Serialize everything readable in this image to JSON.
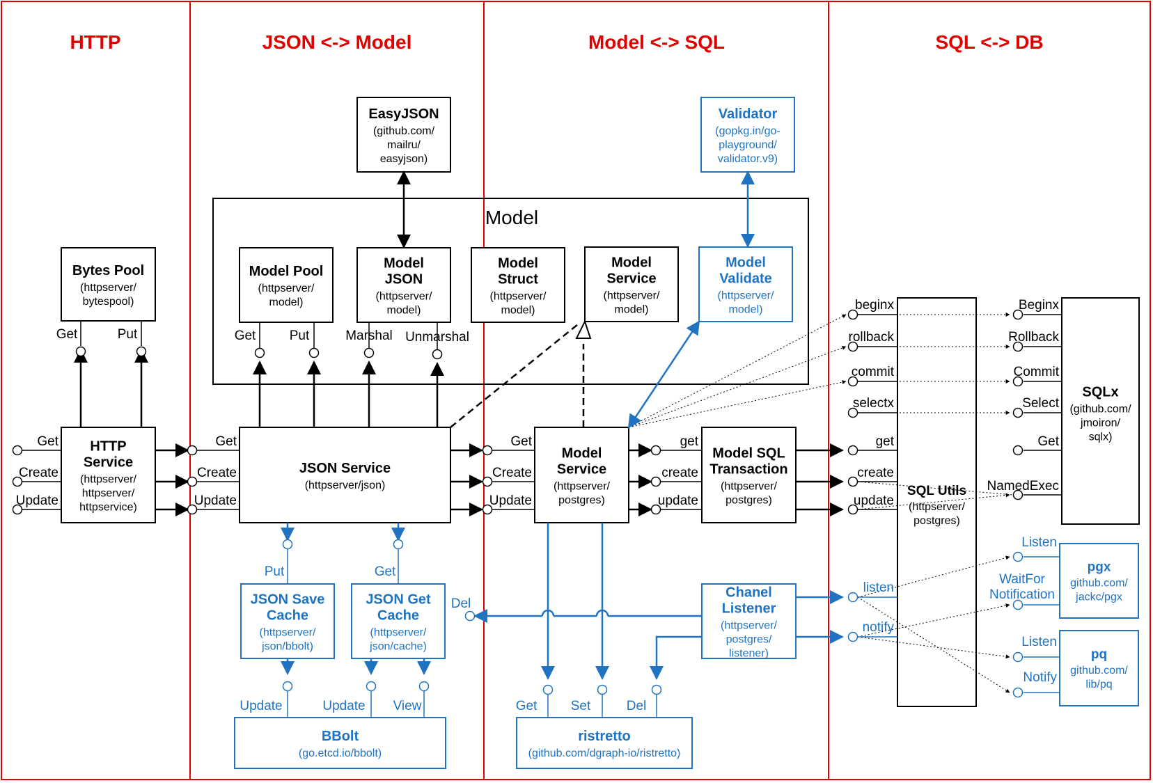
{
  "sections": [
    {
      "title": "HTTP"
    },
    {
      "title": "JSON <-> Model"
    },
    {
      "title": "Model <-> SQL"
    },
    {
      "title": "SQL <-> DB"
    }
  ],
  "model_group": {
    "title": "Model"
  },
  "boxes": {
    "easyjson": {
      "title": [
        "EasyJSON"
      ],
      "sub": [
        "(github.com/",
        "mailru/",
        "easyjson)"
      ]
    },
    "validator": {
      "title": [
        "Validator"
      ],
      "sub": [
        "(gopkg.in/go-",
        "playground/",
        "validator.v9)"
      ]
    },
    "bytes_pool": {
      "title": [
        "Bytes Pool"
      ],
      "sub": [
        "(httpserver/",
        "bytespool)"
      ]
    },
    "model_pool": {
      "title": [
        "Model Pool"
      ],
      "sub": [
        "(httpserver/",
        "model)"
      ]
    },
    "model_json": {
      "title": [
        "Model",
        "JSON"
      ],
      "sub": [
        "(httpserver/",
        "model)"
      ]
    },
    "model_struct": {
      "title": [
        "Model",
        "Struct"
      ],
      "sub": [
        "(httpserver/",
        "model)"
      ]
    },
    "model_service_iface": {
      "title": [
        "Model",
        "Service"
      ],
      "sub": [
        "(httpserver/",
        "model)"
      ]
    },
    "model_validate": {
      "title": [
        "Model",
        "Validate"
      ],
      "sub": [
        "(httpserver/",
        "model)"
      ]
    },
    "http_service": {
      "title": [
        "HTTP",
        "Service"
      ],
      "sub": [
        "(httpserver/",
        "httpserver/",
        "httpservice)"
      ]
    },
    "json_service": {
      "title": [
        "JSON Service"
      ],
      "sub": [
        "(httpserver/json)"
      ]
    },
    "model_service": {
      "title": [
        "Model",
        "Service"
      ],
      "sub": [
        "(httpserver/",
        "postgres)"
      ]
    },
    "model_sql_tx": {
      "title": [
        "Model SQL",
        "Transaction"
      ],
      "sub": [
        "(httpserver/",
        "postgres)"
      ]
    },
    "sql_utils": {
      "title": [
        "SQL Utils"
      ],
      "sub": [
        "(httpserver/",
        "postgres)"
      ]
    },
    "sqlx": {
      "title": [
        "SQLx"
      ],
      "sub": [
        "(github.com/",
        "jmoiron/",
        "sqlx)"
      ]
    },
    "json_save_cache": {
      "title": [
        "JSON Save",
        "Cache"
      ],
      "sub": [
        "(httpserver/",
        "json/bbolt)"
      ]
    },
    "json_get_cache": {
      "title": [
        "JSON Get",
        "Cache"
      ],
      "sub": [
        "(httpserver/",
        "json/cache)"
      ]
    },
    "chanel_listener": {
      "title": [
        "Chanel",
        "Listener"
      ],
      "sub": [
        "(httpserver/",
        "postgres/",
        "listener)"
      ]
    },
    "pgx": {
      "title": [
        "pgx"
      ],
      "sub": [
        "github.com/",
        "jackc/pgx"
      ]
    },
    "pq": {
      "title": [
        "pq"
      ],
      "sub": [
        "github.com/",
        "lib/pq"
      ]
    },
    "bbolt": {
      "title": [
        "BBolt"
      ],
      "sub": [
        "(go.etcd.io/bbolt)"
      ]
    },
    "ristretto": {
      "title": [
        "ristretto"
      ],
      "sub": [
        "(github.com/dgraph-io/ristretto)"
      ]
    }
  },
  "ports": {
    "bytes_pool_get": "Get",
    "bytes_pool_put": "Put",
    "model_pool_get": "Get",
    "model_pool_put": "Put",
    "model_json_marshal": "Marshal",
    "model_json_unmarshal": "Unmarshal",
    "http_get": "Get",
    "http_create": "Create",
    "http_update": "Update",
    "json_get": "Get",
    "json_create": "Create",
    "json_update": "Update",
    "ms_get": "Get",
    "ms_create": "Create",
    "ms_update": "Update",
    "tx_get": "get",
    "tx_create": "create",
    "tx_update": "update",
    "su_beginx": "beginx",
    "su_rollback": "rollback",
    "su_commit": "commit",
    "su_selectx": "selectx",
    "su_get": "get",
    "su_create": "create",
    "su_update": "update",
    "su_listen": "listen",
    "su_notify": "notify",
    "sqlx_beginx": "Beginx",
    "sqlx_rollback": "Rollback",
    "sqlx_commit": "Commit",
    "sqlx_select": "Select",
    "sqlx_get": "Get",
    "sqlx_namedexec": "NamedExec",
    "pgx_listen": "Listen",
    "pgx_waitfor1": "WaitFor",
    "pgx_waitfor2": "Notification",
    "pq_listen": "Listen",
    "pq_notify": "Notify",
    "cache_put": "Put",
    "cache_get": "Get",
    "cache_del": "Del",
    "bbolt_update1": "Update",
    "bbolt_update2": "Update",
    "bbolt_view": "View",
    "rist_get": "Get",
    "rist_set": "Set",
    "rist_del": "Del"
  },
  "colors": {
    "black": "#000000",
    "blue": "#1f73c0",
    "red": "#e00000"
  }
}
